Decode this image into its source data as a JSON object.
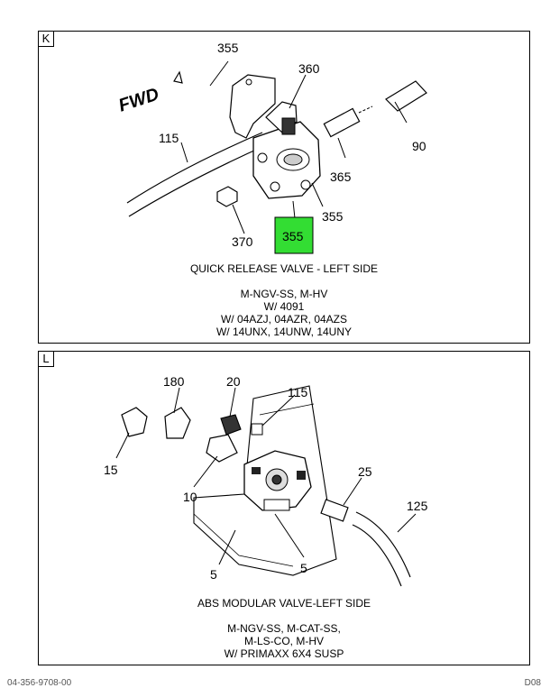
{
  "panel_k": {
    "letter": "K",
    "callouts": [
      "355",
      "360",
      "115",
      "90",
      "365",
      "355",
      "370",
      "355"
    ],
    "fwd_label": "FWD",
    "title": "QUICK RELEASE VALVE - LEFT SIDE",
    "notes": [
      "M-NGV-SS, M-HV",
      "W/ 4091",
      "W/ 04AZJ, 04AZR, 04AZS",
      "W/ 14UNX, 14UNW, 14UNY"
    ],
    "highlight_color": "#33dd33"
  },
  "panel_l": {
    "letter": "L",
    "callouts": [
      "180",
      "20",
      "115",
      "15",
      "10",
      "25",
      "125",
      "5",
      "5"
    ],
    "title": "ABS MODULAR VALVE-LEFT SIDE",
    "notes": [
      "M-NGV-SS, M-CAT-SS,",
      "M-LS-CO, M-HV",
      "W/ PRIMAXX 6X4 SUSP"
    ]
  },
  "footer": {
    "left": "04-356-9708-00",
    "right": "D08"
  }
}
